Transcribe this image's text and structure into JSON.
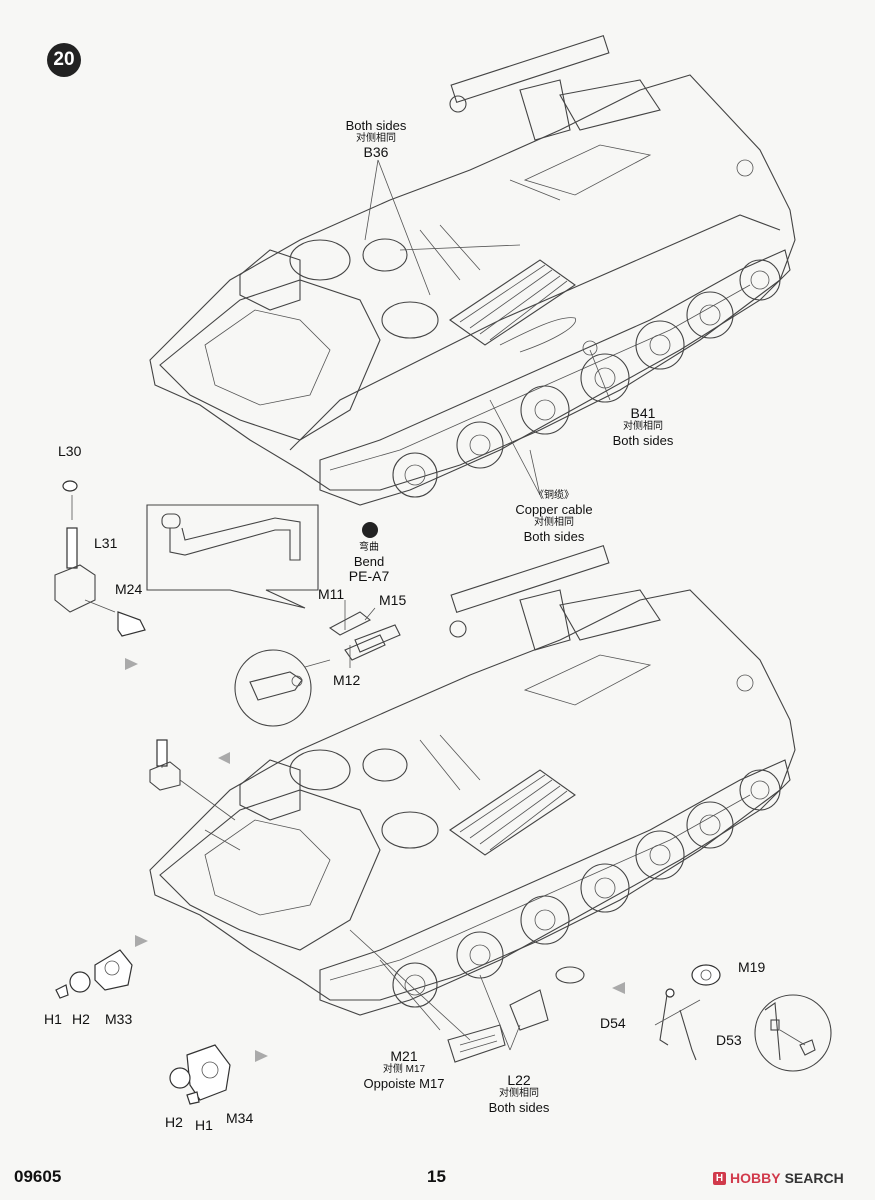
{
  "step": "20",
  "labels": {
    "b36": {
      "en": "Both sides",
      "cn": "对侧相同",
      "part": "B36"
    },
    "b41": {
      "part": "B41",
      "cn": "对侧相同",
      "en": "Both sides"
    },
    "copper": {
      "cn": "《铜缆》",
      "en": "Copper cable",
      "cn2": "对侧相同",
      "en2": "Both sides"
    },
    "bend": {
      "cn": "弯曲",
      "en": "Bend",
      "part": "PE-A7"
    },
    "l30": "L30",
    "l31": "L31",
    "m24": "M24",
    "m11": "M11",
    "m15": "M15",
    "m12": "M12",
    "h1a": "H1",
    "h2a": "H2",
    "m33": "M33",
    "h2b": "H2",
    "h1b": "H1",
    "m34": "M34",
    "m21": {
      "part": "M21",
      "cn": "对侧 M17",
      "en": "Oppoiste M17"
    },
    "l22": {
      "part": "L22",
      "cn": "对侧相同",
      "en": "Both sides"
    },
    "m19": "M19",
    "d54": "D54",
    "d53": "D53"
  },
  "footer": {
    "code": "09605",
    "page": "15",
    "brand_mark": "H",
    "brand_a": "HOBBY",
    "brand_b": "SEARCH"
  }
}
